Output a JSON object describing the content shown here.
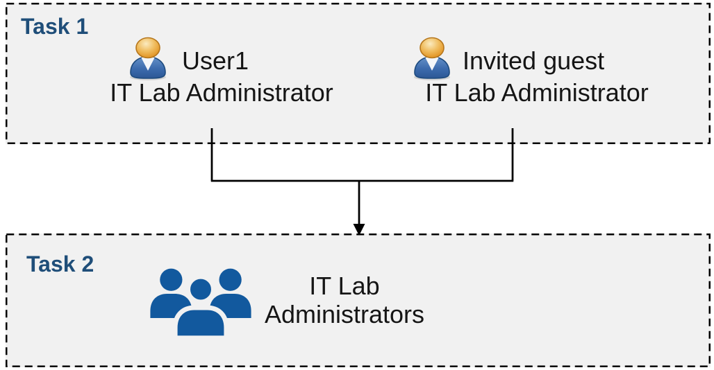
{
  "task1": {
    "label": "Task 1",
    "people": [
      {
        "name": "User1",
        "role": "IT Lab Administrator"
      },
      {
        "name": "Invited guest",
        "role": "IT Lab Administrator"
      }
    ]
  },
  "task2": {
    "label": "Task 2",
    "group_name": "IT Lab\nAdministrators"
  },
  "icons": {
    "person": "person-icon",
    "group": "people-group-icon",
    "arrow": "arrow-down-icon"
  },
  "colors": {
    "task_label": "#1F4E79",
    "box_fill": "#F1F1F1",
    "box_border": "#000000",
    "body_text": "#151515",
    "connector": "#000000",
    "group_icon_blue": "#12599E",
    "person_head_orange": "#E8A33D",
    "person_body_blue": "#3C6BAD"
  }
}
